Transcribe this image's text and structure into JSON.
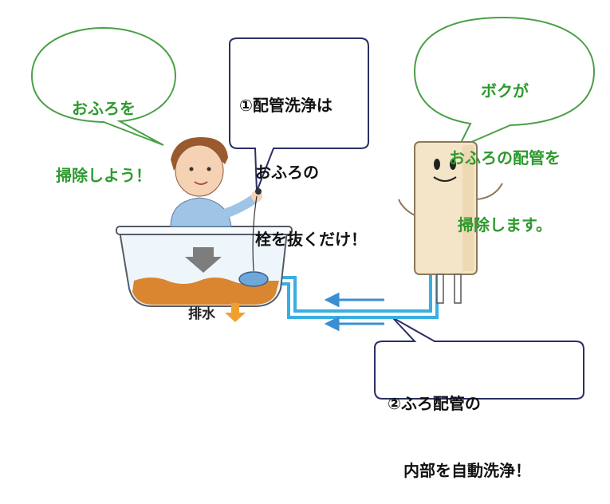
{
  "bubbles": {
    "person": {
      "lines": [
        "おふろを",
        "掃除しよう！"
      ]
    },
    "step1": {
      "lines": [
        "①配管洗浄は",
        "　おふろの",
        "　栓を抜くだけ！"
      ]
    },
    "heater": {
      "lines": [
        "ボクが",
        "おふろの配管を",
        "掃除します。"
      ]
    },
    "step2": {
      "lines": [
        "②ふろ配管の",
        "　内部を自動洗浄！"
      ]
    }
  },
  "labels": {
    "drain": "排水"
  },
  "colors": {
    "green_text": "#2e9a2e",
    "green_outline": "#4aa046",
    "navy_outline": "#2b2f66",
    "pipe_blue": "#3aaee0",
    "arrow_blue": "#3b8fd3",
    "water_orange": "#d77a1a",
    "drain_arrow": "#f0a030",
    "heater_body": "#f4e4c8"
  }
}
